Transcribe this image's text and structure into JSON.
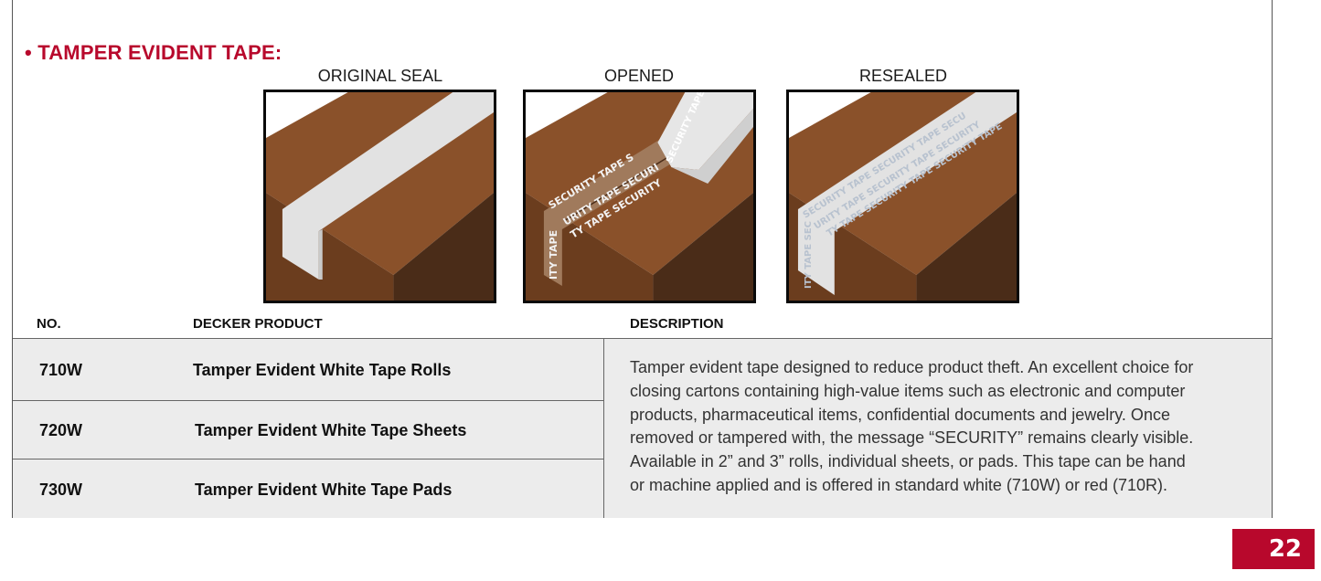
{
  "section": {
    "bullet": "•",
    "title": "TAMPER EVIDENT TAPE:"
  },
  "illustrations": [
    {
      "label": "ORIGINAL SEAL",
      "icon": "sealed-box-illustration"
    },
    {
      "label": "OPENED",
      "icon": "opened-box-illustration",
      "tape_text": "SECURITY TAPE"
    },
    {
      "label": "RESEALED",
      "icon": "resealed-box-illustration",
      "tape_text": "SECURITY TAPE"
    }
  ],
  "table": {
    "headers": {
      "no": "NO.",
      "product": "DECKER PRODUCT",
      "description": "DESCRIPTION"
    },
    "rows": [
      {
        "no": "710W",
        "product": "Tamper Evident White Tape Rolls"
      },
      {
        "no": "720W",
        "product": "Tamper Evident White Tape Sheets"
      },
      {
        "no": "730W",
        "product": "Tamper Evident White Tape Pads"
      }
    ],
    "description_lines": [
      "Tamper evident tape designed to reduce product theft. An excellent choice for",
      "closing cartons containing high-value items such as electronic and computer",
      "products, pharmaceutical items, confidential documents and jewelry. Once",
      "removed or tampered with, the message “SECURITY” remains clearly visible.",
      "Available in 2” and 3” rolls, individual sheets, or pads. This tape can be hand",
      "or machine applied and is offered in standard white (710W) or red (710R)."
    ]
  },
  "page": {
    "number": "22"
  },
  "colors": {
    "accent": "#b8082c",
    "box_top": "#8a512a",
    "box_front": "#6b3d1e",
    "box_side": "#4a2c18",
    "tape": "#e2e2e2",
    "table_bg": "#ececec"
  }
}
